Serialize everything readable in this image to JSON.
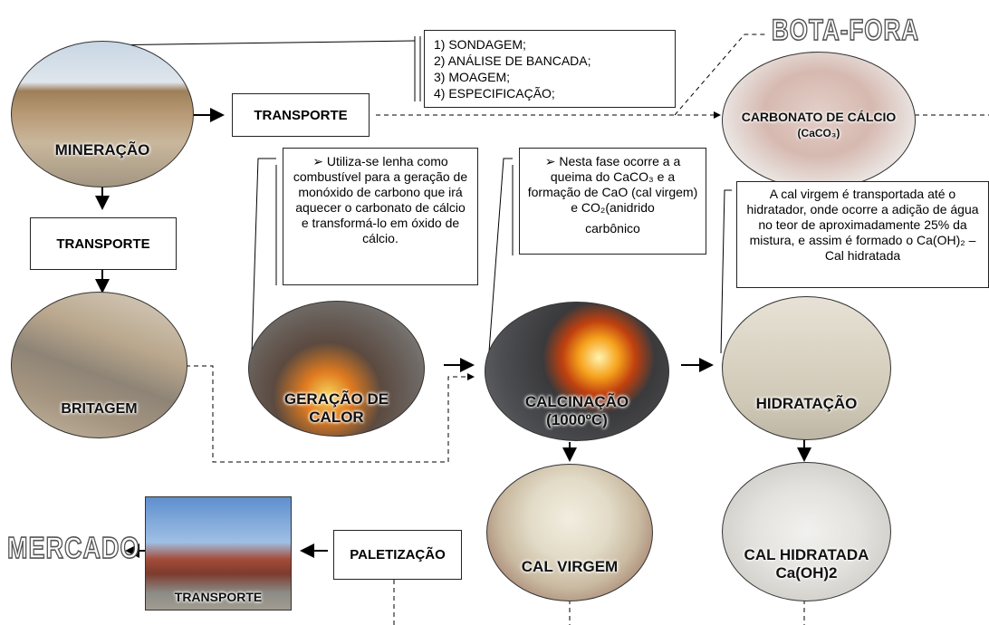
{
  "sondagem_list": [
    "1) SONDAGEM;",
    "2) ANÁLISE DE BANCADA;",
    "3) MOAGEM;",
    "4) ESPECIFICAÇÃO;"
  ],
  "bota_fora": "BOTA-FORA",
  "mercado": "MERCADO",
  "nodes": {
    "mineracao": "MINERAÇÃO",
    "transporte_top": "TRANSPORTE",
    "carbonato_line1": "CARBONATO DE CÁLCIO",
    "carbonato_line2": "(CaCO₃)",
    "transporte_left": "TRANSPORTE",
    "britagem": "BRITAGEM",
    "geracao_line1": "GERAÇÃO DE",
    "geracao_line2": "CALOR",
    "calcinacao_line1": "CALCINAÇÃO",
    "calcinacao_line2": "(1000ºC)",
    "hidratacao": "HIDRATAÇÃO",
    "cal_virgem": "CAL VIRGEM",
    "cal_hidratada_line1": "CAL HIDRATADA",
    "cal_hidratada_line2": "Ca(OH)2",
    "paletizacao": "PALETIZAÇÃO",
    "transporte_truck": "TRANSPORTE"
  },
  "notes": {
    "lenha": "➢ Utiliza-se lenha como combustível para a geração de monóxido de carbono que irá aquecer o carbonato de cálcio e transformá-lo em óxido de cálcio.",
    "calcinacao_line1": "➢ Nesta fase ocorre a a queima do CaCO₃ e a formação de CaO (cal virgem) e CO₂(anidrido",
    "calcinacao_line2": "carbônico",
    "hidratacao": "A cal virgem é transportada até o hidratador, onde ocorre a adição de água no teor de aproximadamente 25% da mistura, e assim é formado o Ca(OH)₂ – Cal hidratada"
  }
}
